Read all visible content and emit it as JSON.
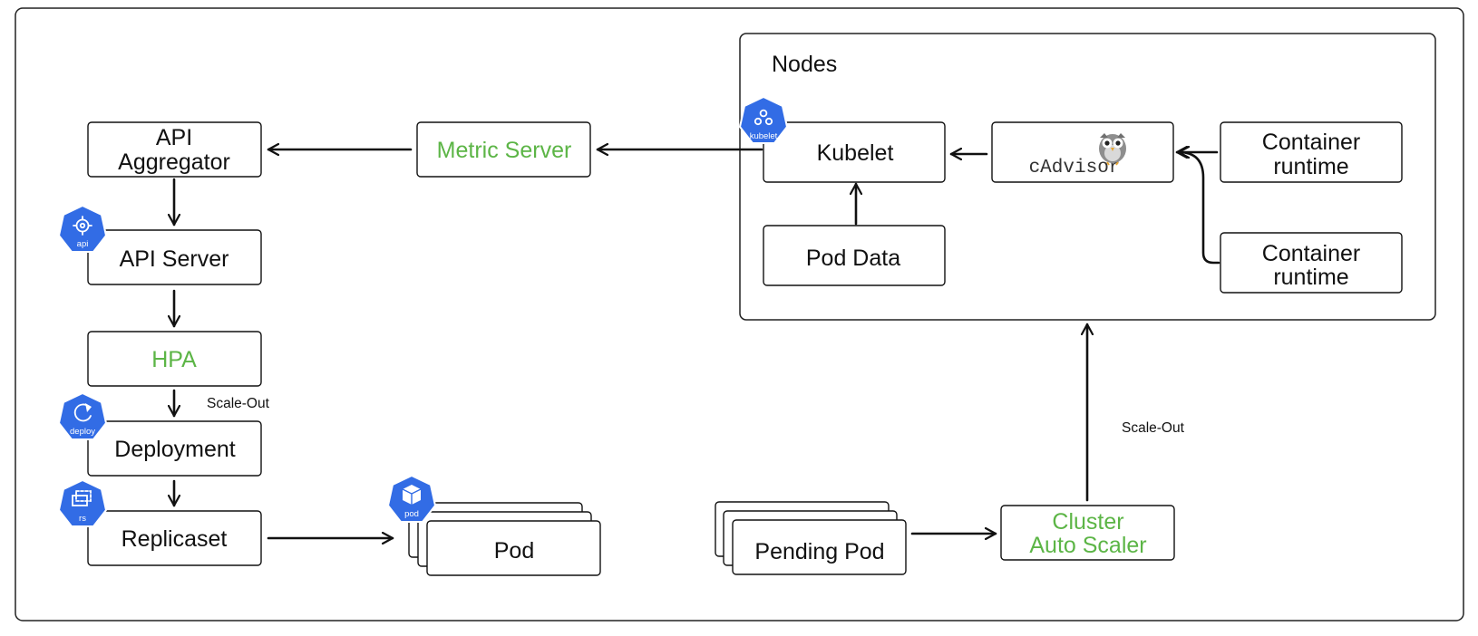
{
  "nodes_group": {
    "title": "Nodes"
  },
  "boxes": {
    "api_aggregator": [
      "API",
      "Aggregator"
    ],
    "metric_server": "Metric Server",
    "api_server": "API Server",
    "hpa": "HPA",
    "deployment": "Deployment",
    "replicaset": "Replicaset",
    "pod": "Pod",
    "kubelet": "Kubelet",
    "pod_data": "Pod Data",
    "cadvisor": "cAdvisor",
    "container_runtime_1": [
      "Container",
      "runtime"
    ],
    "container_runtime_2": [
      "Container",
      "runtime"
    ],
    "pending_pod": "Pending Pod",
    "cluster_autoscaler": [
      "Cluster",
      "Auto Scaler"
    ]
  },
  "edge_labels": {
    "hpa_scale_out": "Scale-Out",
    "cluster_scale_out": "Scale-Out"
  },
  "badges": {
    "kubelet": "kubelet",
    "api": "api",
    "deploy": "deploy",
    "rs": "rs",
    "pod": "pod"
  },
  "icons": {
    "cadvisor": "owl-icon",
    "kubelet": "kubelet-badge-icon",
    "api": "api-badge-icon",
    "deploy": "deploy-badge-icon",
    "rs": "replicaset-badge-icon",
    "pod": "pod-badge-icon"
  },
  "colors": {
    "highlight_text": "#5cb546",
    "k8s_badge": "#326ce5"
  }
}
